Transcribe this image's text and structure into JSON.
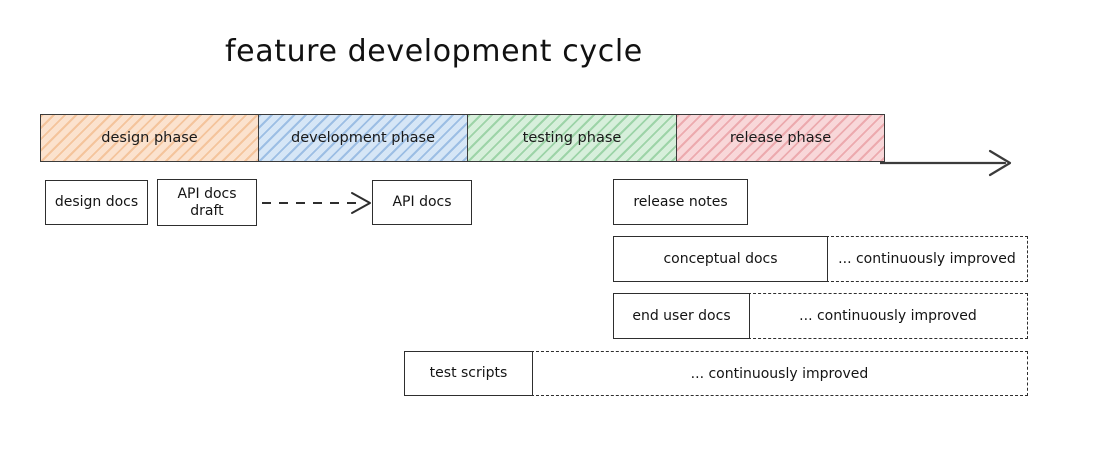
{
  "title": "feature development cycle",
  "timeline": {
    "arrow_icon": "right-arrow-icon",
    "phases": [
      {
        "id": "design",
        "label": "design phase",
        "color": "#fbe2ce"
      },
      {
        "id": "development",
        "label": "development phase",
        "color": "#d6e6f6"
      },
      {
        "id": "testing",
        "label": "testing phase",
        "color": "#d7efdb"
      },
      {
        "id": "release",
        "label": "release phase",
        "color": "#f8d7d9"
      }
    ]
  },
  "artifacts": {
    "design_docs": "design docs",
    "api_docs_draft": "API docs\ndraft",
    "api_docs": "API docs",
    "release_notes": "release notes",
    "conceptual_docs": "conceptual docs",
    "end_user_docs": "end user docs",
    "test_scripts": "test scripts"
  },
  "continuous": {
    "conceptual": "... continuously improved",
    "end_user": "... continuously improved",
    "test_scripts": "... continuously improved"
  },
  "connectors": {
    "api_draft_to_final": "dashed-arrow-icon"
  }
}
